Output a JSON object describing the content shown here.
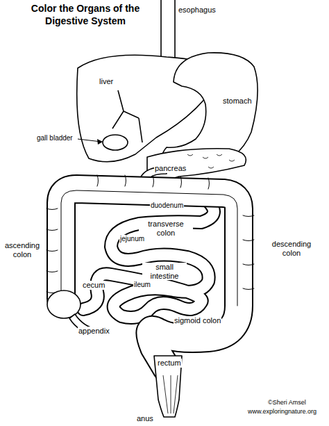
{
  "diagram": {
    "title": "Color the Organs of the Digestive System",
    "labels": [
      "esophagus",
      "liver",
      "stomach",
      "gall bladder",
      "pancreas",
      "duodenum",
      "transverse colon",
      "ascending colon",
      "jejunum",
      "small intestine",
      "descending colon",
      "ileum",
      "cecum",
      "appendix",
      "sigmoid colon",
      "rectum",
      "anus",
      "©Sheri Amsel",
      "www.exploringnature.org"
    ]
  }
}
